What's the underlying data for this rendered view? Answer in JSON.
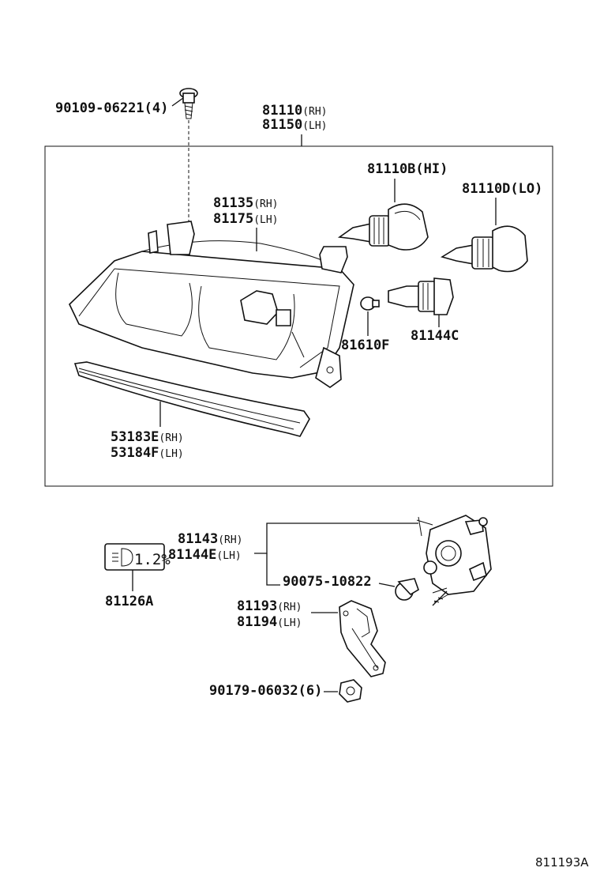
{
  "labels": {
    "screw_part": "90109-06221",
    "screw_qty": "(4)",
    "unit_rh": "81110",
    "unit_lh": "81150",
    "rh": "(RH)",
    "lh": "(LH)",
    "bulb_hi": "81110B",
    "bulb_hi_suffix": "(HI)",
    "bulb_lo": "81110D",
    "bulb_lo_suffix": "(LO)",
    "housing_rh": "81135",
    "housing_lh": "81175",
    "small_bulb": "81610F",
    "socket": "81144C",
    "molding_rh": "53183E",
    "molding_lh": "53184F",
    "label_part": "81126A",
    "label_text": "1.2%",
    "fog_rh": "81143",
    "fog_lh": "81144E",
    "fog_bolt": "90075-10822",
    "bracket_rh": "81193",
    "bracket_lh": "81194",
    "nut_part": "90179-06032",
    "nut_qty": "(6)",
    "diagram_id": "811193A"
  }
}
